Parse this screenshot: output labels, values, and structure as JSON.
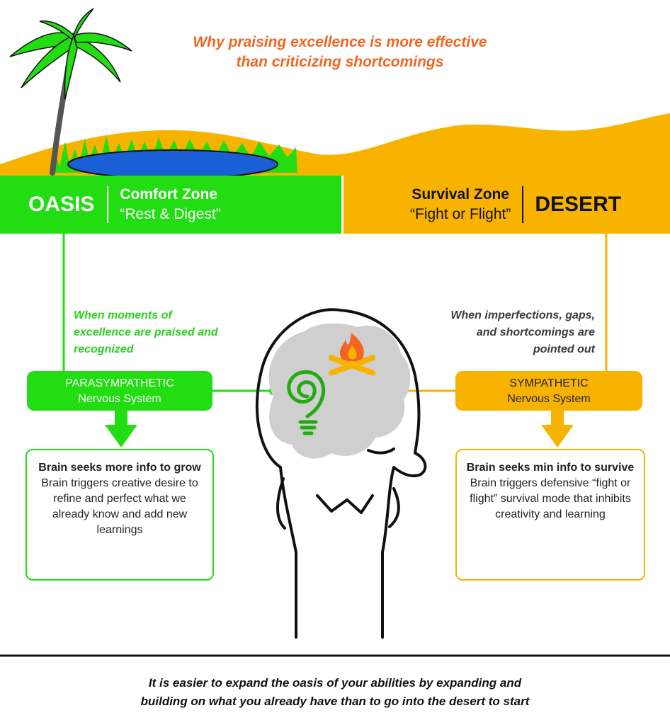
{
  "title": {
    "line1": "Why praising excellence is more effective",
    "line2": "than criticizing shortcomings"
  },
  "oasis": {
    "label": "OASIS",
    "zone_title": "Comfort Zone",
    "zone_subtitle": "“Rest & Digest”",
    "caption": "When moments of excellence are praised and recognized",
    "nervous_system_line1": "PARASYMPATHETIC",
    "nervous_system_line2": "Nervous System",
    "result_heading": "Brain seeks more info to grow",
    "result_body": "Brain triggers creative desire to refine and perfect what we already know and add new learnings"
  },
  "desert": {
    "label": "DESERT",
    "zone_title": "Survival Zone",
    "zone_subtitle": "“Fight or Flight”",
    "caption": "When imperfections, gaps, and shortcomings are pointed out",
    "nervous_system_line1": "SYMPATHETIC",
    "nervous_system_line2": "Nervous System",
    "result_heading": "Brain seeks min info to survive",
    "result_body": "Brain triggers defensive “fight or flight” survival mode that inhibits creativity and learning"
  },
  "bottom_text": {
    "line1": "It is easier to expand the oasis of your abilities by expanding and",
    "line2": "building on what you already have than to go into the desert to start"
  },
  "colors": {
    "oasis_green": "#22dd11",
    "desert_orange": "#f8b300",
    "title_orange": "#f26522",
    "water_blue": "#1a5fd6",
    "brain_gray": "#cfcfcf"
  },
  "icons": [
    "palm-tree-icon",
    "campfire-icon",
    "spiral-lightbulb-icon",
    "person-head-icon"
  ]
}
